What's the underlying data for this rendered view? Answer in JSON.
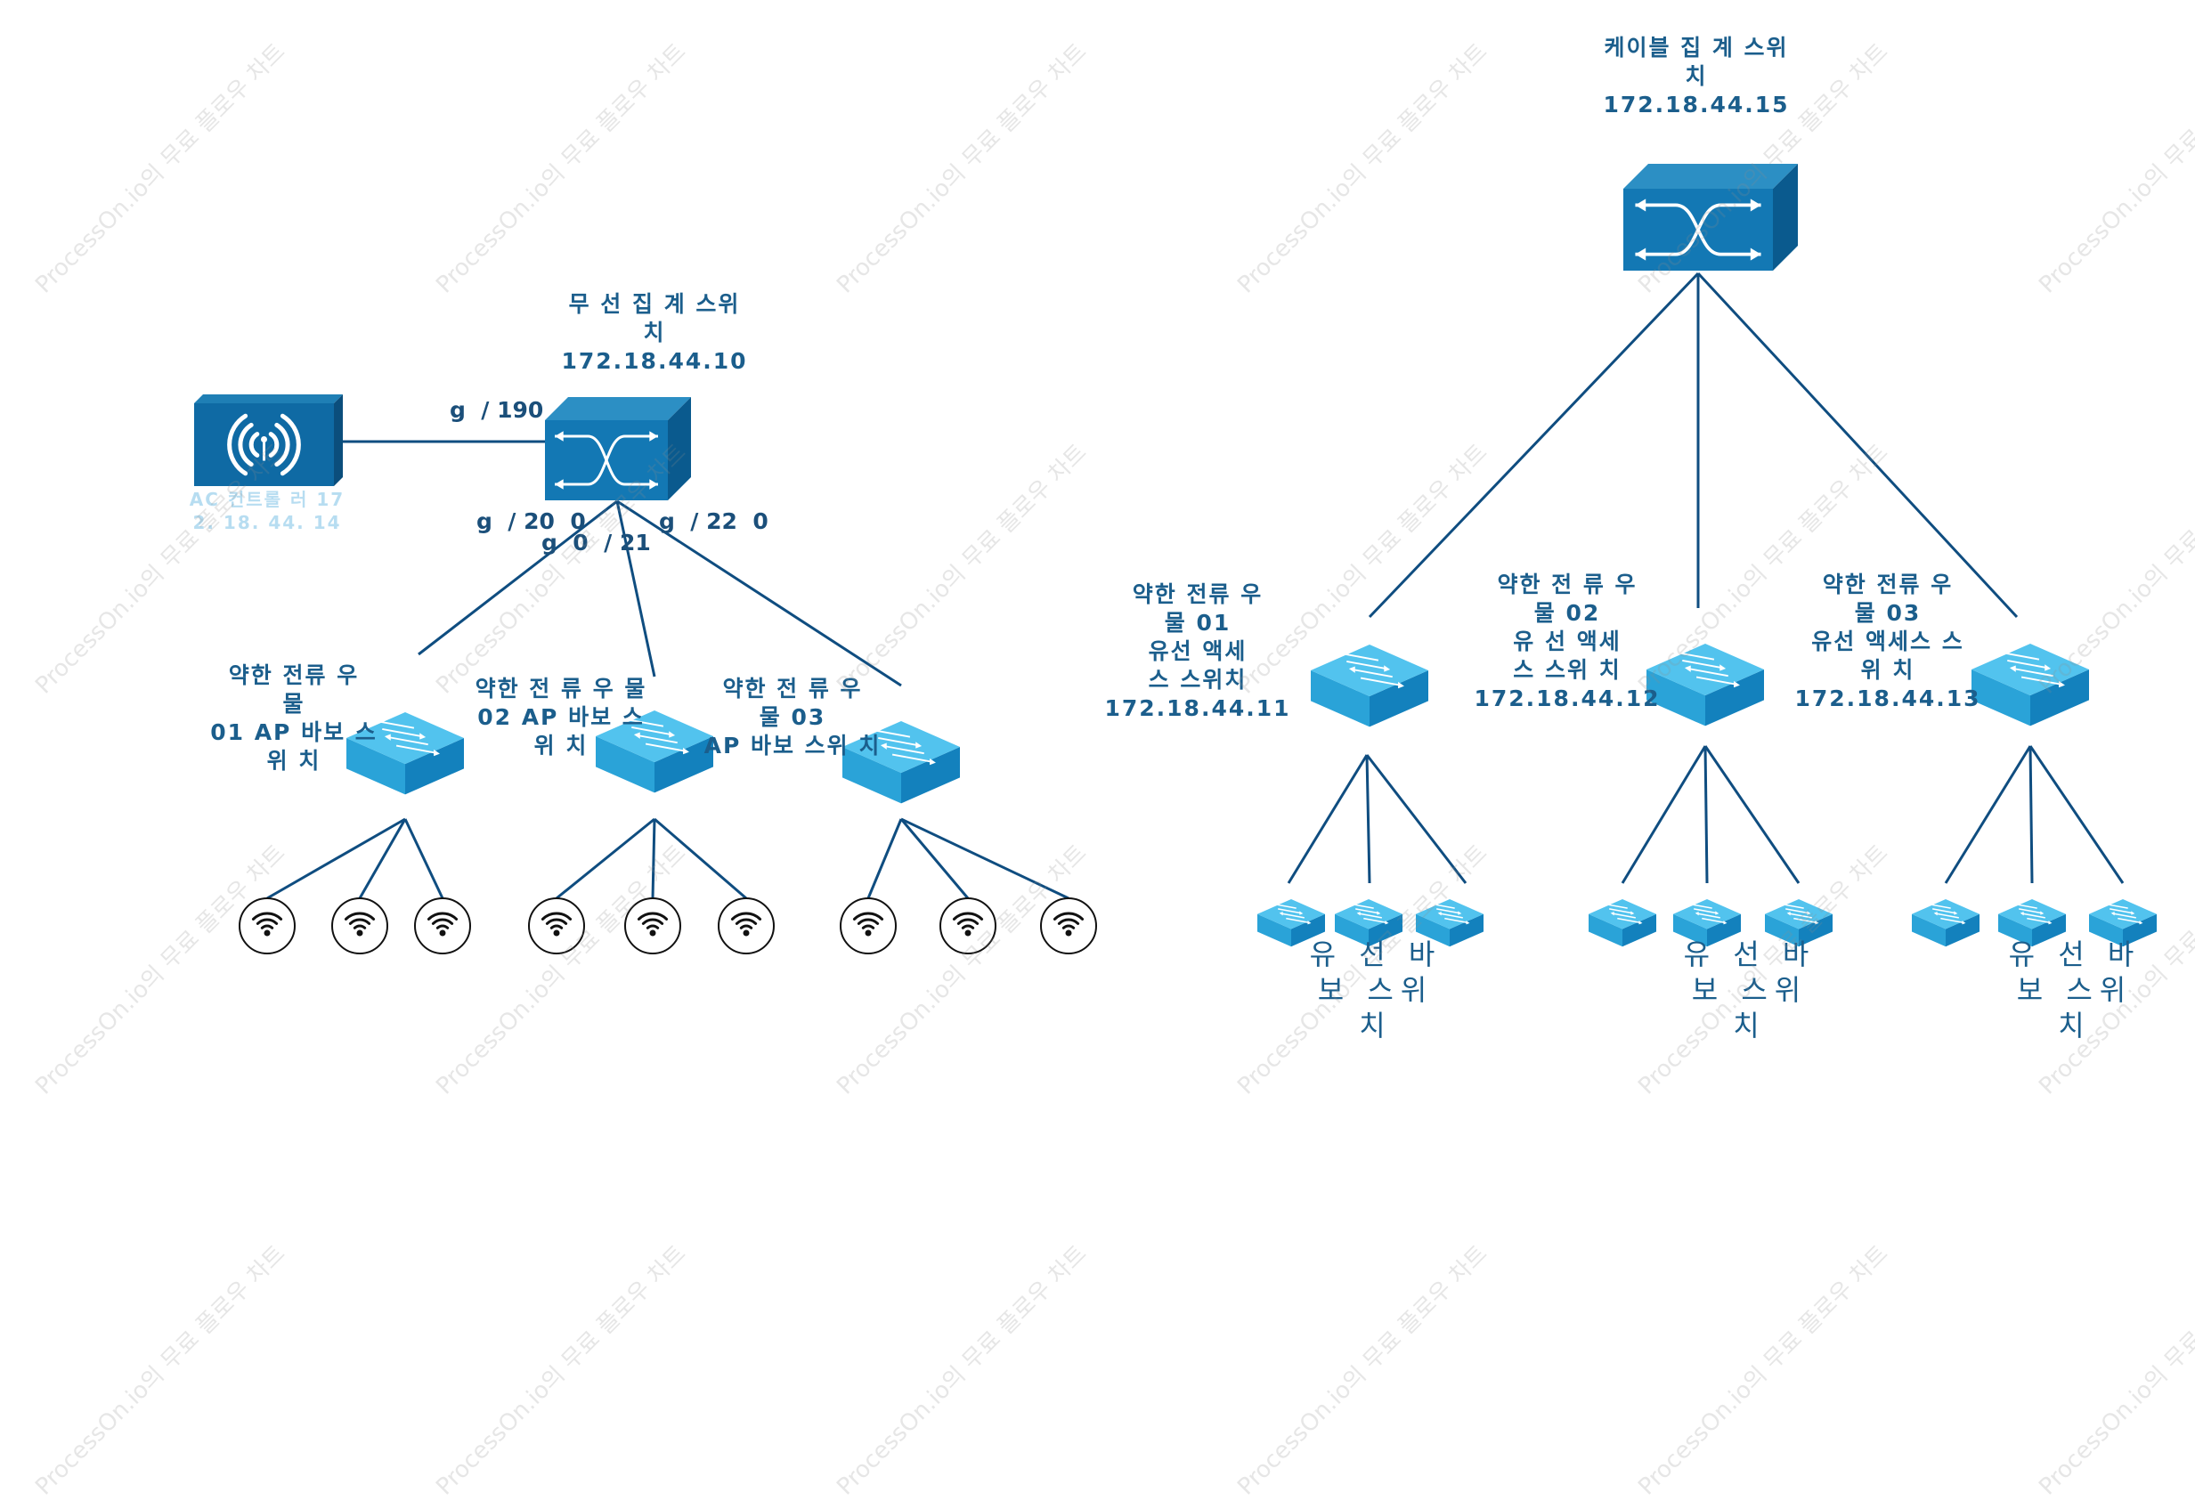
{
  "watermark": "ProcessOn.io의 무료 플로우 차트",
  "wireless": {
    "core_switch": {
      "label": "무 선  집 계  스위\n치\n172.18.44.10",
      "icon": "core-switch-icon"
    },
    "ac_controller": {
      "label": "AC  컨트롤 러  17\n2.  18.  44.  14",
      "icon": "wireless-controller-icon"
    },
    "ports": {
      "to_ac": "g  / 190",
      "left": "g  / 20  0",
      "middle": "g  0  / 21",
      "right": "g  / 22  0"
    },
    "access_switches": [
      {
        "label": "약한  전류  우\n물\n01  AP  바보  스\n위 치"
      },
      {
        "label": "약한  전 류  우 물\n02  AP  바보  스\n위 치"
      },
      {
        "label": "약한  전 류  우\n물  03\nAP  바보  스위 치"
      }
    ],
    "access_point_icon": "wifi-access-point-icon"
  },
  "wired": {
    "core_switch": {
      "label": "케이블  집 계  스위\n치\n172.18.44.15",
      "icon": "core-switch-icon"
    },
    "access_switches": [
      {
        "label": "약한  전류  우\n물  01\n유선  액세\n스  스위치\n172.18.44.11"
      },
      {
        "label": "약한  전 류  우\n물  02\n유 선  액세\n스  스위 치\n172.18.44.12"
      },
      {
        "label": "약한  전류  우\n물  03\n유선  액세스  스\n위 치\n172.18.44.13"
      }
    ],
    "group_label": "유 선  바\n보  스위\n치"
  }
}
